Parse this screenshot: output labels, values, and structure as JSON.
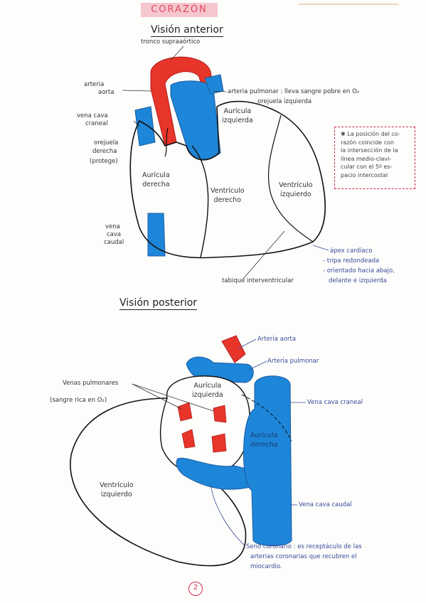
{
  "title": "CORAZÓN",
  "anterior": {
    "heading": "Visión anterior",
    "labels": {
      "tronco": "tronco supraaórtico",
      "arteria_aorta_1": "arteria",
      "arteria_aorta_2": "aorta",
      "arteria_pulmonar": "arteria pulmonar : lleva sangre pobre en O₂",
      "orejuela_izq": "orejuela izquierda",
      "vena_cava_craneal_1": "vena cava",
      "vena_cava_craneal_2": "craneal",
      "orejuela_der_1": "orejuela",
      "orejuela_der_2": "derecha",
      "orejuela_der_3": "(protege)",
      "vena_cava_caudal_1": "vena",
      "vena_cava_caudal_2": "cava",
      "vena_cava_caudal_3": "caudal",
      "tabique": "tabique interventricular",
      "apex_1": "ápex cardíaco",
      "apex_2": "- tripa redondeada",
      "apex_3": "- orientado hacia abajo,",
      "apex_4": "delante e izquierda"
    },
    "inner": {
      "auricula_izq_1": "Aurícula",
      "auricula_izq_2": "izquierda",
      "auricula_der_1": "Aurícula",
      "auricula_der_2": "derecha",
      "ventriculo_der_1": "Ventrículo",
      "ventriculo_der_2": "derecho",
      "ventriculo_izq_1": "Ventrículo",
      "ventriculo_izq_2": "izquierdo"
    },
    "note": {
      "line1": "✱ La posición del co-",
      "line2": "razón coincide con",
      "line3": "la intersección de la",
      "line4": "línea medio-clavi-",
      "line5": "cular con el 5º es-",
      "line6": "pacio intercostal"
    }
  },
  "posterior": {
    "heading": "Visión posterior",
    "labels": {
      "arteria_aorta": "Arteria aorta",
      "arteria_pulmonar": "Arteria pulmonar",
      "venas_pulmonares": "Venas pulmonares",
      "sangre_rica": "(sangre rica en O₂)",
      "vena_cava_craneal": "Vena cava craneal",
      "vena_cava_caudal": "Vena cava caudal",
      "seno_1": "Seno coronario : es receptáculo de las",
      "seno_2": "arterias coronarias que recubren el",
      "seno_3": "miocardio."
    },
    "inner": {
      "auricula_izq_1": "Aurícula",
      "auricula_izq_2": "izquierda",
      "auricula_der_1": "Aurícula",
      "auricula_der_2": "derecha",
      "ventriculo_izq_1": "Ventrículo",
      "ventriculo_izq_2": "izquierdo"
    }
  },
  "page_number": "2",
  "colors": {
    "red": "#e8352a",
    "blue": "#1e86d8",
    "pink": "#f6c6cf",
    "accent": "#d02a5a"
  }
}
